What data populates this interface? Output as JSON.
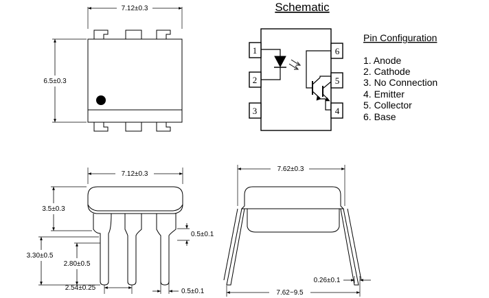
{
  "schematic": {
    "title": "Schematic",
    "pin_numbers": [
      "1",
      "2",
      "3",
      "4",
      "5",
      "6"
    ]
  },
  "pin_configuration": {
    "title": "Pin Configuration",
    "items": [
      "1. Anode",
      "2. Cathode",
      "3. No Connection",
      "4. Emitter",
      "5. Collector",
      "6. Base"
    ]
  },
  "top_view": {
    "width_dim": "7.12±0.3",
    "height_dim": "6.5±0.3"
  },
  "side_view": {
    "width_dim": "7.12±0.3",
    "body_height_dim": "3.5±0.3",
    "lead_thickness_dim": "0.5±0.1",
    "total_height_dim": "3.30±0.5",
    "lead_length_dim": "2.80±0.5",
    "pitch_dim": "2.54±0.25",
    "lead_width_dim": "0.5±0.1"
  },
  "end_view": {
    "width_dim": "7.62±0.3",
    "lead_span_dim": "7.62~9.5",
    "lead_thickness_dim": "0.26±0.1"
  }
}
